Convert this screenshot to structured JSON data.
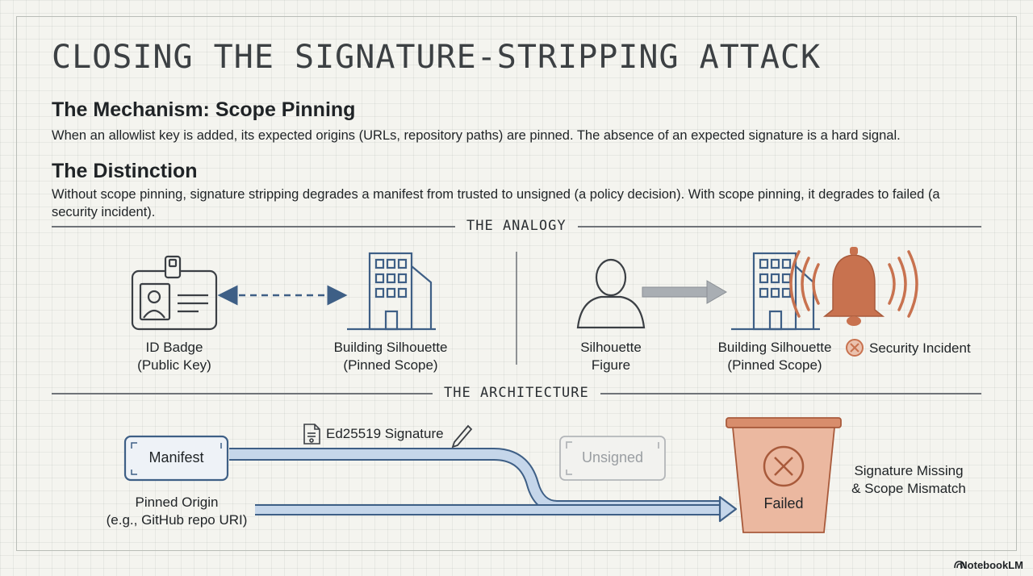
{
  "title": "CLOSING THE SIGNATURE-STRIPPING ATTACK",
  "mechanism": {
    "heading": "The Mechanism: Scope Pinning",
    "text": "When an allowlist key is added, its expected origins (URLs, repository paths) are pinned. The absence of an expected signature is a hard signal."
  },
  "distinction": {
    "heading": "The Distinction",
    "text": "Without scope pinning, signature stripping degrades a manifest from trusted to unsigned (a policy decision). With scope pinning, it degrades to failed (a security incident)."
  },
  "analogy": {
    "label": "THE ANALOGY",
    "id_badge": {
      "line1": "ID Badge",
      "line2": "(Public Key)"
    },
    "building_left": {
      "line1": "Building Silhouette",
      "line2": "(Pinned Scope)"
    },
    "figure": {
      "line1": "Silhouette",
      "line2": "Figure"
    },
    "building_right": {
      "line1": "Building Silhouette",
      "line2": "(Pinned Scope)"
    },
    "incident": "Security Incident"
  },
  "architecture": {
    "label": "THE ARCHITECTURE",
    "manifest": "Manifest",
    "signature": "Ed25519 Signature",
    "unsigned": "Unsigned",
    "pinned_origin": {
      "line1": "Pinned Origin",
      "line2": "(e.g., GitHub repo URI)"
    },
    "failed": "Failed",
    "mismatch": {
      "line1": "Signature Missing",
      "line2": "& Scope Mismatch"
    }
  },
  "brand": "NotebookLM",
  "colors": {
    "blue": "#3e5f86",
    "flow_fill": "#c5d6ea",
    "orange": "#c8724f",
    "bucket_fill": "#ebb8a0"
  }
}
